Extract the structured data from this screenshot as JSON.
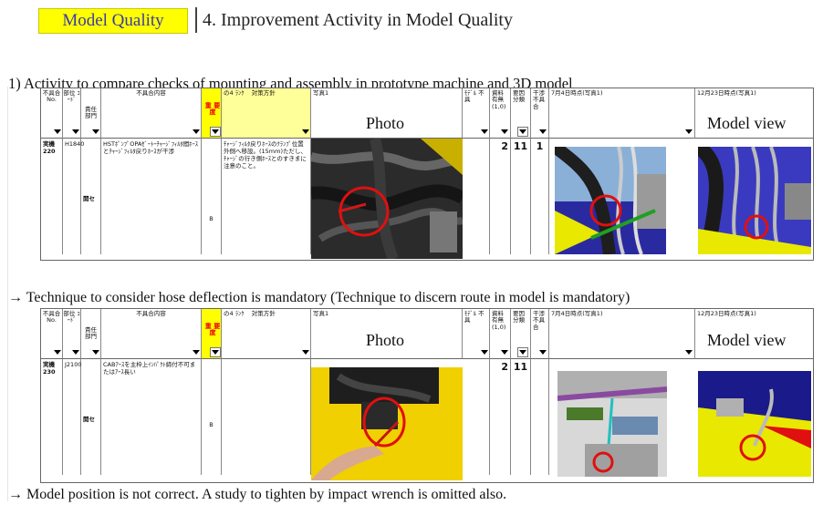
{
  "header": {
    "badge": "Model Quality",
    "title": "4. Improvement Activity in Model Quality"
  },
  "subheading": "1) Activity to compare checks of mounting and assembly in prototype machine and 3D model",
  "note1": "→ Technique to consider hose deflection is mandatory (Technique to discern route in model is mandatory)",
  "note2": "→ Model position is not correct.    A study to tighten by impact wrench is omitted also.",
  "columns": {
    "defect_no": "不具合 No.",
    "part_code": "部位 ｺｰﾄﾞ",
    "resp_dept": "責任 部門",
    "defect_desc": "不具合内容",
    "rank_header": "の4 ﾗﾝｸ",
    "rank_mark": "重 要 度",
    "countermeasure": "対策方針",
    "photo_header": "写真1",
    "model_defect": "ﾓﾃﾞﾙ 不具",
    "material": "資料 有無 (1,0)",
    "cause": "要因 分類",
    "trouble": "干渉 不具 合",
    "jul_photo": "7月4日時点(写真1)",
    "dec_photo": "12月23日時点(写真1)"
  },
  "labels": {
    "photo": "Photo",
    "model_view": "Model view"
  },
  "rows": [
    {
      "defect_no": "実機220",
      "part_code": "H1840",
      "defect_desc": "HSTﾎﾟﾝﾌﾟOPAｾﾞｰﾄｰﾁｬｰｼﾞﾌｨﾙﾀ間ﾎｰｽとﾁｬｰｼﾞﾌｨﾙﾀ戻りﾎｰｽが干渉",
      "dept": "開セ",
      "rank": "B",
      "countermeasure": "ﾁｬｰｼﾞﾌｨﾙﾀ戻りﾎｰｽのｸﾗﾝﾌﾟ位置外側へ移設。(15mm)ただし、ﾁｬｰｼﾞの行き側ﾎｰｽとのすきまに注意のこと。",
      "material": "2",
      "cause": "11",
      "trouble": "1"
    },
    {
      "defect_no": "実機230",
      "part_code": "J2100",
      "defect_desc": "CABｱｰｽを主枠上ｲﾝﾊﾟｸﾄ締付不可またはｱｰｽ長い",
      "dept": "開セ",
      "rank": "B",
      "countermeasure": "",
      "material": "2",
      "cause": "11",
      "trouble": ""
    }
  ],
  "colors": {
    "badge_bg": "#ffff00",
    "rank_bg": "#ffff00",
    "countermeasure_bg": "#ffff99",
    "circle": "#e01010"
  }
}
